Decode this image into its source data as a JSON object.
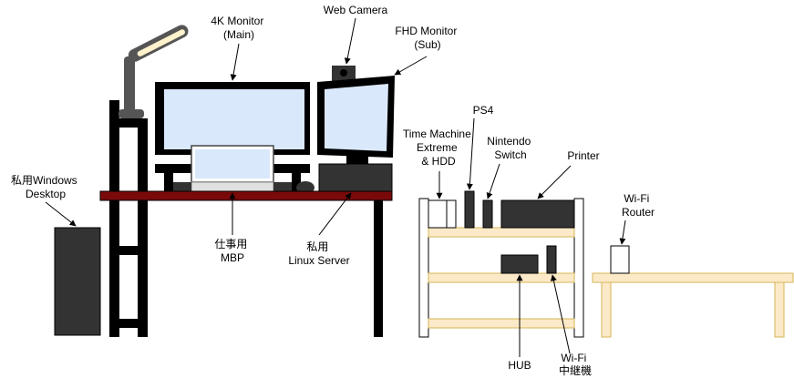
{
  "labels": {
    "monitor_4k": [
      "4K Monitor",
      "(Main)"
    ],
    "web_camera": [
      "Web Camera"
    ],
    "fhd_monitor": [
      "FHD Monitor",
      "(Sub)"
    ],
    "windows_desktop": [
      "私用Windows",
      "Desktop"
    ],
    "work_mbp": [
      "仕事用",
      "MBP"
    ],
    "linux_server": [
      "私用",
      "Linux Server"
    ],
    "time_machine": [
      "Time Machine",
      "Extreme",
      "& HDD"
    ],
    "ps4": [
      "PS4"
    ],
    "nintendo_switch": [
      "Nintendo",
      "Switch"
    ],
    "printer": [
      "Printer"
    ],
    "wifi_router": [
      "Wi-Fi",
      "Router"
    ],
    "hub": [
      "HUB"
    ],
    "wifi_repeater": [
      "Wi-Fi",
      "中継機"
    ]
  },
  "colors": {
    "desk_top": "#7a0a0a",
    "black": "#000000",
    "screen": "#dae8fc",
    "device_dark": "#333333",
    "shelf_wood": "#fce9c8",
    "shelf_edge": "#d6b656",
    "lamp_light": "#fff2cc"
  }
}
